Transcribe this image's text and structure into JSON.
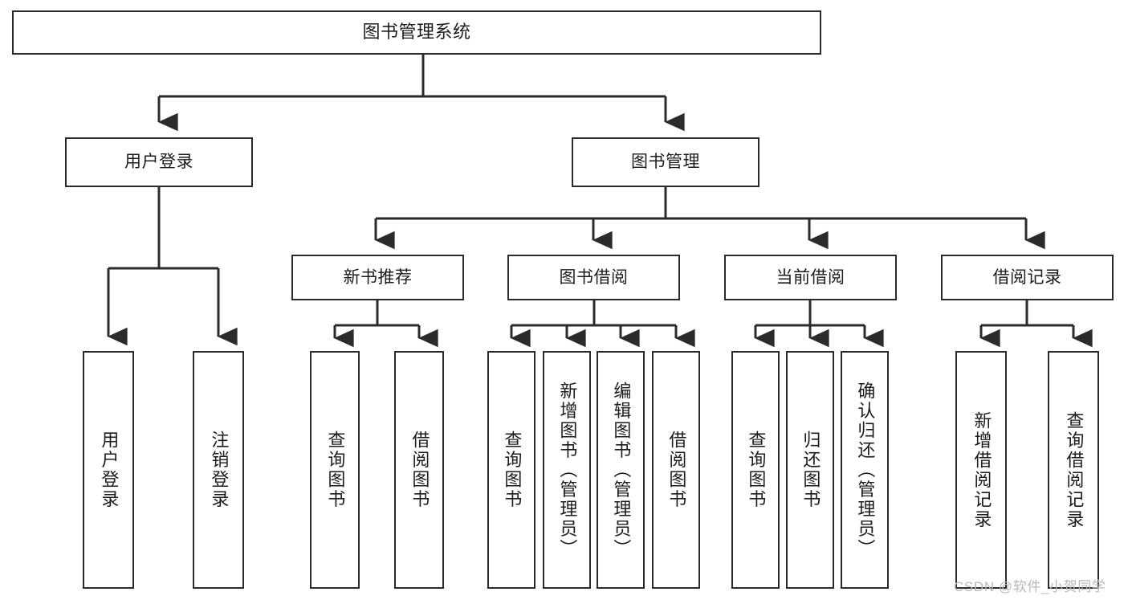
{
  "diagram": {
    "type": "hierarchy-tree",
    "title": "图书管理系统",
    "watermark": "CSDN @软件_小贺同学",
    "colors": {
      "box_border": "#2b2b2b",
      "box_fill": "#ffffff",
      "connector": "#2b2b2b",
      "text": "#1c1c1c",
      "watermark": "#b9b9b9",
      "background": "#ffffff"
    },
    "nodes": {
      "root": {
        "label": "图书管理系统"
      },
      "level2": [
        {
          "label": "用户登录"
        },
        {
          "label": "图书管理"
        }
      ],
      "level3": [
        {
          "label": "新书推荐"
        },
        {
          "label": "图书借阅"
        },
        {
          "label": "当前借阅"
        },
        {
          "label": "借阅记录"
        }
      ],
      "leaves_user_login": [
        {
          "label": "用户登录"
        },
        {
          "label": "注销登录"
        }
      ],
      "leaves_new_book": [
        {
          "label": "查询图书"
        },
        {
          "label": "借阅图书"
        }
      ],
      "leaves_borrow": [
        {
          "label": "查询图书"
        },
        {
          "label": "新增图书（管理员）"
        },
        {
          "label": "编辑图书（管理员）"
        },
        {
          "label": "借阅图书"
        }
      ],
      "leaves_current": [
        {
          "label": "查询图书"
        },
        {
          "label": "归还图书"
        },
        {
          "label": "确认归还（管理员）"
        }
      ],
      "leaves_records": [
        {
          "label": "新增借阅记录"
        },
        {
          "label": "查询借阅记录"
        }
      ]
    }
  }
}
